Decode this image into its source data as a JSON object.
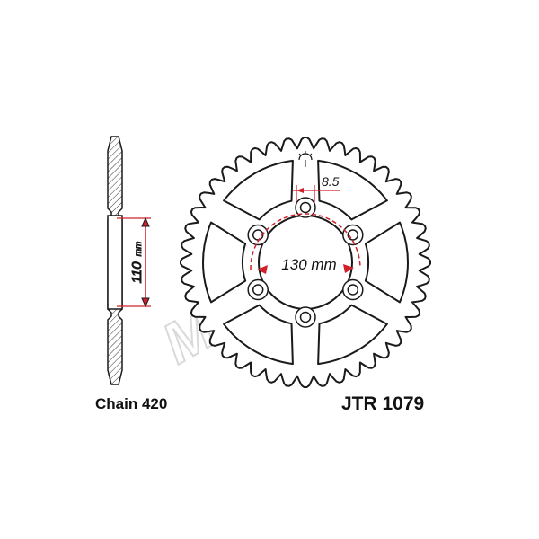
{
  "chain_label": "Chain 420",
  "part_number": "JTR 1079",
  "dimensions": {
    "bolt_circle": "130 mm",
    "bolt_hole": "8.5",
    "side_height_value": "110",
    "side_height_unit": "mm"
  },
  "sprocket": {
    "teeth": 44,
    "bolt_holes": 6
  },
  "colors": {
    "outline": "#1a1a1a",
    "dimension": "#d0202a",
    "watermark": "#d9d9d9"
  },
  "watermark_text": "MotoMoto"
}
